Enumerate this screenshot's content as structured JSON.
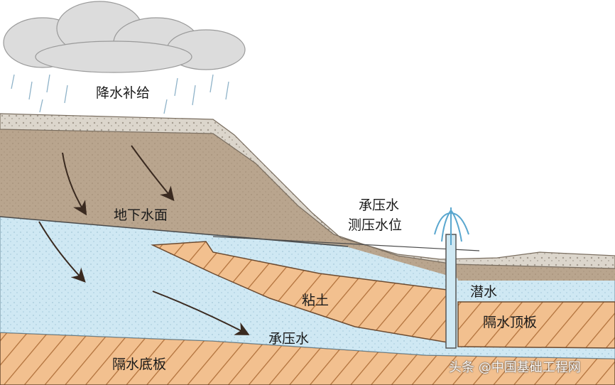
{
  "labels": {
    "recharge": "降水补给",
    "water_table": "地下水面",
    "confined_head_1": "承压水",
    "confined_head_2": "测压水位",
    "phreatic": "潜水",
    "clay": "粘土",
    "upper_aquitard": "隔水顶板",
    "confined_water": "承压水",
    "lower_aquitard": "隔水底板"
  },
  "watermark": "头条 @中国基础工程网",
  "colors": {
    "soil": "#b9a58e",
    "gravel": "#d9d4cb",
    "water": "#cfe8f3",
    "clay": "#f2c08f",
    "hatch": "#b0703a",
    "cloud": "#d8d8d8"
  }
}
